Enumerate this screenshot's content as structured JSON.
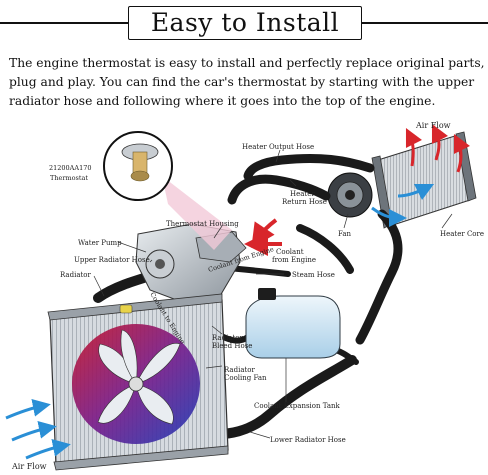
{
  "title": "Easy to Install",
  "description": [
    "The engine thermostat is easy to install and perfectly replace original parts,",
    "plug and play. You can find the car's thermostat by starting with the upper",
    "radiator hose and following where it goes into the top of the engine."
  ],
  "labels": {
    "part_number": "21200AA170",
    "thermostat": "Thermostat",
    "heater_output_hose": "Heater Output Hose",
    "air_flow_top": "Air Flow",
    "heater_return_hose_1": "Heater",
    "heater_return_hose_2": "Return Hose",
    "fan": "Fan",
    "heater_core": "Heater Core",
    "thermostat_housing": "Thermostat Housing",
    "water_pump": "Water Pump",
    "coolant_from_engine_1": "Coolant",
    "coolant_from_engine_2": "from Engine",
    "coolant_from_engine_arrow": "Coolant from Engine",
    "upper_radiator_hose": "Upper Radiator Hose",
    "steam_hose": "Steam Hose",
    "radiator": "Radiator",
    "coolant_to_engine": "Coolant to Engine",
    "radiator_bleed_hose_1": "Radiator",
    "radiator_bleed_hose_2": "Bleed Hose",
    "radiator_cooling_fan_1": "Radiator",
    "radiator_cooling_fan_2": "Cooling Fan",
    "coolant_expansion_tank": "Coolant Expansion Tank",
    "lower_radiator_hose": "Lower Radiator Hose",
    "air_flow_bottom": "Air Flow"
  },
  "colors": {
    "hose": "#1a1a1a",
    "arrow_red": "#d8262b",
    "arrow_blue": "#2a8fd6",
    "fan_hot": "#c8182b",
    "fan_cold": "#1d3db8",
    "tank": "#cfe6f4",
    "metal": "#b9c0c7"
  }
}
